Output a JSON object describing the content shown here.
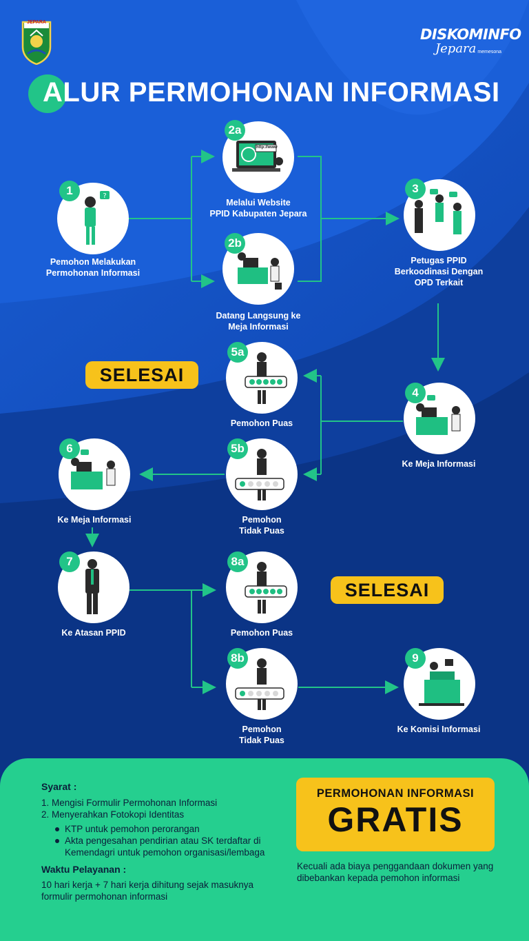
{
  "header": {
    "title": "ALUR PERMOHONAN INFORMASI",
    "logo_text": "JEPARA",
    "brand_name": "DISKOMINFO",
    "brand_sub": "Jepara",
    "brand_tag": "memesona"
  },
  "nodes": [
    {
      "id": "1",
      "label": "Pemohon Melakukan\nPermohonan Informasi"
    },
    {
      "id": "2a",
      "label": "Melalui Website\nPPID Kabupaten Jepara"
    },
    {
      "id": "2b",
      "label": "Datang Langsung ke\nMeja Informasi"
    },
    {
      "id": "3",
      "label": "Petugas PPID\nBerkoodinasi Dengan\nOPD Terkait"
    },
    {
      "id": "4",
      "label": "Ke Meja Informasi"
    },
    {
      "id": "5a",
      "label": "Pemohon Puas"
    },
    {
      "id": "5b",
      "label": "Pemohon\nTidak Puas"
    },
    {
      "id": "6",
      "label": "Ke Meja Informasi"
    },
    {
      "id": "7",
      "label": "Ke Atasan PPID"
    },
    {
      "id": "8a",
      "label": "Pemohon Puas"
    },
    {
      "id": "8b",
      "label": "Pemohon\nTidak Puas"
    },
    {
      "id": "9",
      "label": "Ke Komisi Informasi"
    }
  ],
  "selesai_label": "SELESAI",
  "website_label": "http://www",
  "requirements": {
    "heading": "Syarat :",
    "items": [
      "1. Mengisi Formulir Permohonan Informasi",
      "2. Menyerahkan Fotokopi Identitas"
    ],
    "sub_items": [
      "KTP untuk pemohon perorangan",
      "Akta pengesahan pendirian atau SK terdaftar di Kemendagri untuk pemohon organisasi/lembaga"
    ],
    "service_heading": "Waktu Pelayanan :",
    "service_text": "10 hari kerja + 7 hari kerja dihitung sejak masuknya formulir permohonan informasi"
  },
  "gratis": {
    "line1": "PERMOHONAN INFORMASI",
    "line2": "GRATIS",
    "note": "Kecuali ada biaya penggandaan dokumen yang dibebankan kepada pemohon informasi"
  },
  "colors": {
    "bg_dark": "#0a3a8c",
    "accent_green": "#22c488",
    "highlight_yellow": "#f7c21b",
    "panel_green": "#25cf8f"
  }
}
